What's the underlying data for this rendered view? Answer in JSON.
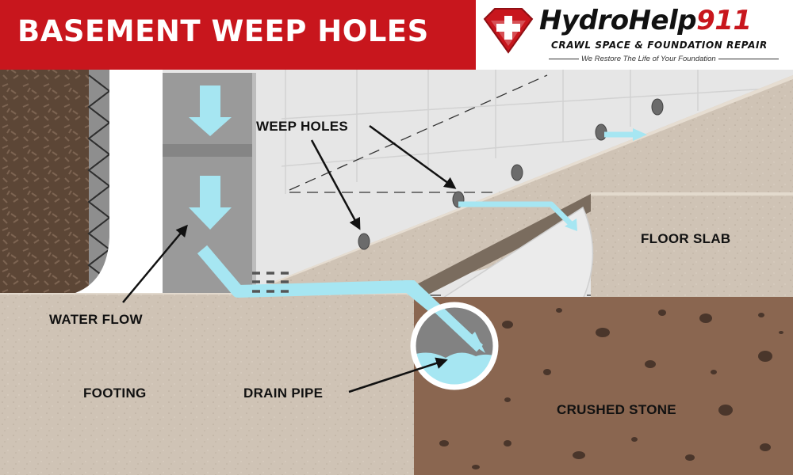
{
  "header": {
    "title": "BASEMENT WEEP HOLES"
  },
  "logo": {
    "name_part1": "HydroHelp",
    "name_part2": "911",
    "tagline": "CRAWL SPACE & FOUNDATION REPAIR",
    "subtitle": "We Restore The Life of Your Foundation",
    "icon": "shield-cross-icon",
    "brand_color": "#c8161d"
  },
  "labels": {
    "weep_holes": "WEEP HOLES",
    "floor_slab": "FLOOR SLAB",
    "water_flow": "WATER FLOW",
    "footing": "FOOTING",
    "drain_pipe": "DRAIN PIPE",
    "crushed_stone": "CRUSHED STONE"
  },
  "colors": {
    "water": "#a6e6f2",
    "soil": "#5c4636",
    "crushed_stone": "#8a6650",
    "concrete": "#cfc3b5",
    "wall": "#e6e6e6"
  }
}
